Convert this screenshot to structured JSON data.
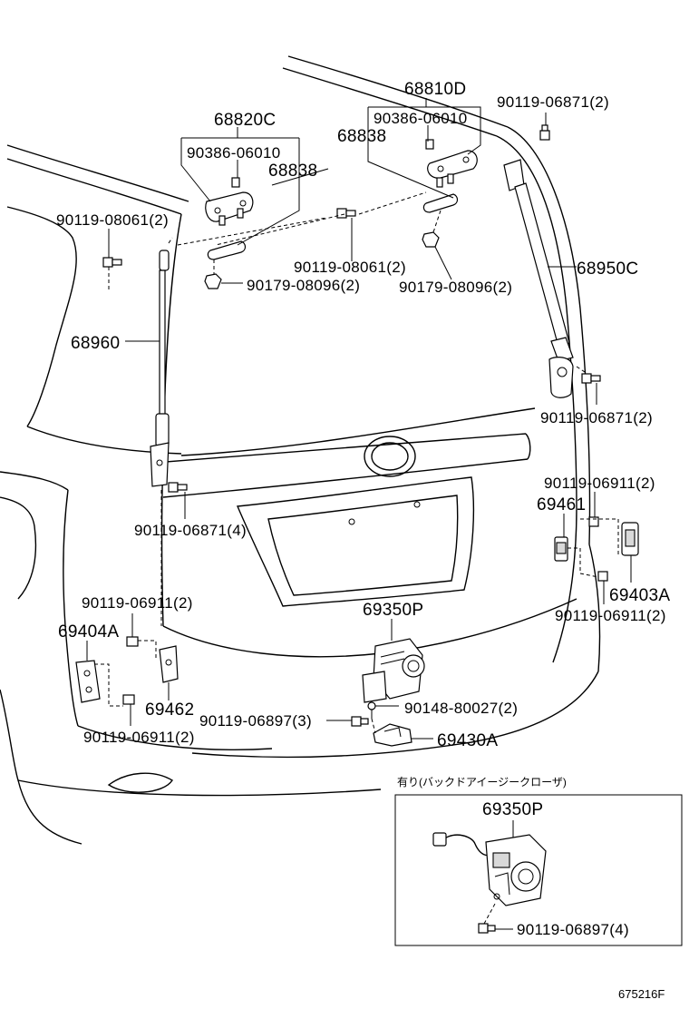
{
  "labels": {
    "p68810D": "68810D",
    "p90119_06871_2_top": "90119-06871(2)",
    "p68820C": "68820C",
    "p90386_06010_right": "90386-06010",
    "p68838_right": "68838",
    "p90386_06010_left": "90386-06010",
    "p68838_left": "68838",
    "p90119_08061_2_left": "90119-08061(2)",
    "p90119_08061_2_mid": "90119-08061(2)",
    "p90179_08096_2_left": "90179-08096(2)",
    "p90179_08096_2_right": "90179-08096(2)",
    "p68950C": "68950C",
    "p68960": "68960",
    "p90119_06871_2_right": "90119-06871(2)",
    "p90119_06911_2_right_upper": "90119-06911(2)",
    "p69461": "69461",
    "p90119_06871_4": "90119-06871(4)",
    "p69403A": "69403A",
    "p90119_06911_2_right_lower": "90119-06911(2)",
    "p69350P_main": "69350P",
    "p90119_06911_2_left_upper": "90119-06911(2)",
    "p69404A": "69404A",
    "p69462": "69462",
    "p90148_80027_2": "90148-80027(2)",
    "p90119_06897_3": "90119-06897(3)",
    "p90119_06911_2_left_lower": "90119-06911(2)",
    "p69430A": "69430A",
    "p69350P_inset": "69350P",
    "p90119_06897_4": "90119-06897(4)"
  },
  "inset": {
    "caption": "有り(バックドアイージークローザ)"
  },
  "figure_number": "675216F"
}
